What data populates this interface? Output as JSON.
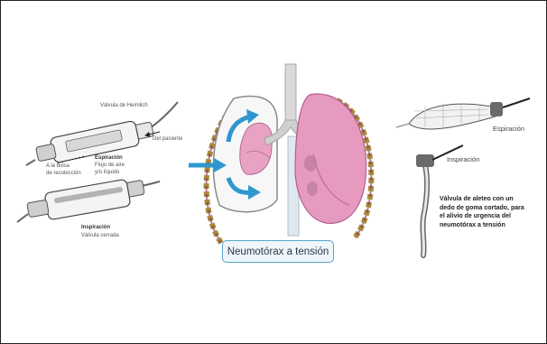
{
  "heimlich": {
    "title": "Válvula de Heimlich",
    "from_patient": "Del paciente",
    "to_bag_line1": "A la bolsa",
    "to_bag_line2": "de recolección",
    "expiration_heading": "Espiración",
    "expiration_line1": "Flujo de aire",
    "expiration_line2": "y/o líquido",
    "inspiration_heading": "Inspiración",
    "inspiration_detail": "Válvula cerrada"
  },
  "center": {
    "caption": "Neumotórax a tensión"
  },
  "right": {
    "expiration": "Espiración",
    "inspiration": "Inspiración",
    "note": "Válvula de aleteo con un dedo de goma cortado, para el alivio de urgencia del neumotórax a tensión"
  }
}
